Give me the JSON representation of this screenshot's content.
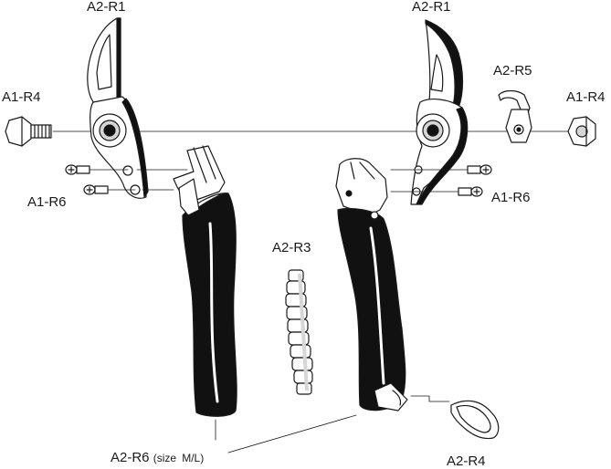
{
  "labels": {
    "blade_left": "A2-R1",
    "blade_right": "A2-R1",
    "bolt_left": "A1-R4",
    "nut_right": "A1-R4",
    "spring_clip": "A2-R5",
    "screws_left": "A1-R6",
    "screws_right": "A1-R6",
    "coil_spring": "A2-R3",
    "lock_catch": "A2-R4",
    "handle_note_code": "A2-R6",
    "handle_note_size": "(size",
    "handle_note_ml": "M/L)"
  },
  "colors": {
    "line": "#1a1a1a",
    "fill_dark": "#111111",
    "fill_light": "#ffffff",
    "shade": "#d6d6d6"
  }
}
